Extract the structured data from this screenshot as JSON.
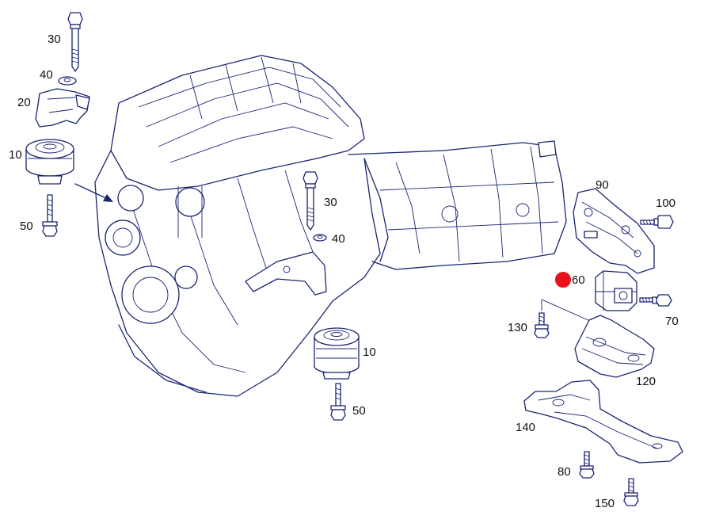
{
  "highlight_color": "#e8101a",
  "line_color": "#1a2470",
  "callouts": [
    {
      "id": "c30a",
      "label": "30"
    },
    {
      "id": "c40a",
      "label": "40"
    },
    {
      "id": "c20",
      "label": "20"
    },
    {
      "id": "c10a",
      "label": "10"
    },
    {
      "id": "c50a",
      "label": "50"
    },
    {
      "id": "c30b",
      "label": "30"
    },
    {
      "id": "c40b",
      "label": "40"
    },
    {
      "id": "c10b",
      "label": "10"
    },
    {
      "id": "c50b",
      "label": "50"
    },
    {
      "id": "c90",
      "label": "90"
    },
    {
      "id": "c100",
      "label": "100"
    },
    {
      "id": "c60",
      "label": "60"
    },
    {
      "id": "c70",
      "label": "70"
    },
    {
      "id": "c130",
      "label": "130"
    },
    {
      "id": "c120",
      "label": "120"
    },
    {
      "id": "c140",
      "label": "140"
    },
    {
      "id": "c80",
      "label": "80"
    },
    {
      "id": "c150",
      "label": "150"
    }
  ]
}
